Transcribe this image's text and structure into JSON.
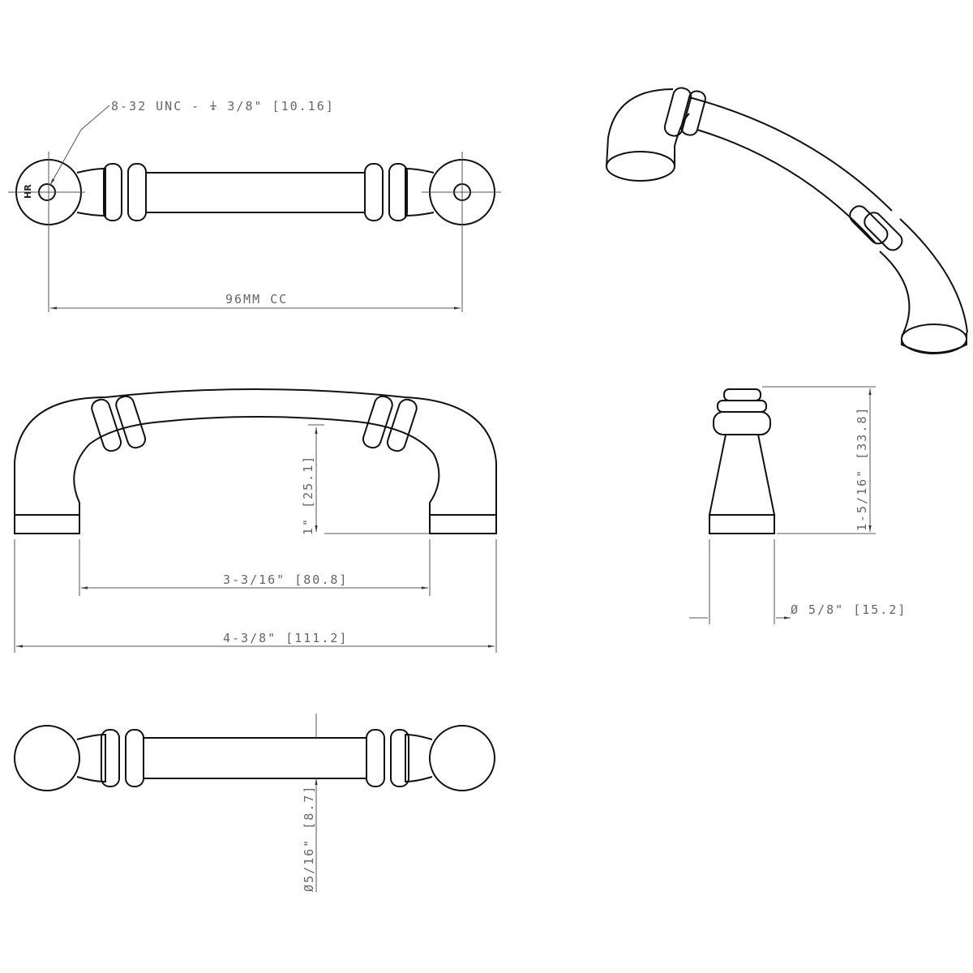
{
  "logo": "HR",
  "dimensions": {
    "thread": "8-32 UNC - ⍖ 3/8\" [10.16]",
    "center_to_center": "96MM CC",
    "height": "1\" [25.1]",
    "inner_length": "3-3/16\" [80.8]",
    "overall_length": "4-3/8\" [111.2]",
    "projection": "1-5/16\" [33.8]",
    "base_diameter": "Ø 5/8\" [15.2]",
    "bar_diameter": "Ø5/16\" [8.7]"
  },
  "colors": {
    "line": "#111111",
    "dimension": "#555555"
  }
}
